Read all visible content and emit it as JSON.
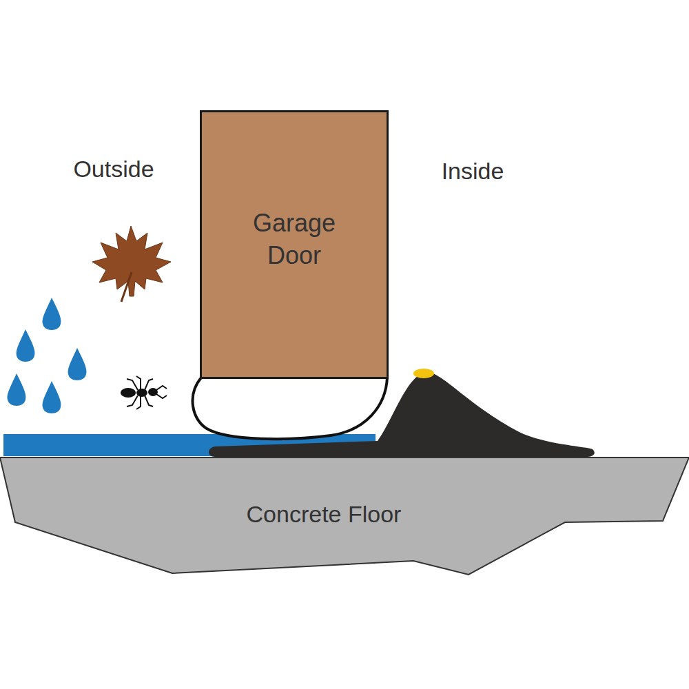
{
  "diagram": {
    "nodes": [
      {
        "text": [
          "Garage Door"
        ]
      },
      {
        "text": [
          "Concrete Floor"
        ]
      }
    ],
    "labels": [
      "Outside",
      "Inside"
    ]
  }
}
